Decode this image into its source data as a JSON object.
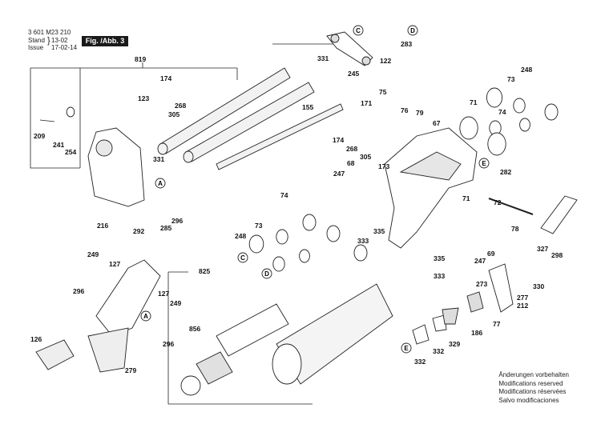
{
  "header": {
    "doc_number": "3 601 M23 210",
    "stand_label": "Stand",
    "issue_label": "Issue",
    "stand_date": "13-02",
    "issue_date": "17-02-14",
    "figure_label": "Fig. /Abb. 3"
  },
  "footer_notes": [
    "Änderungen vorbehalten",
    "Modifications reserved",
    "Modifications réservées",
    "Salvo modificaciones"
  ],
  "part_labels": [
    "819",
    "174",
    "123",
    "268",
    "305",
    "155",
    "331",
    "245",
    "122",
    "283",
    "75",
    "171",
    "76",
    "79",
    "67",
    "71",
    "74",
    "73",
    "248",
    "209",
    "241",
    "254",
    "331",
    "174",
    "268",
    "305",
    "173",
    "68",
    "247",
    "282",
    "72",
    "71",
    "74",
    "73",
    "248",
    "216",
    "292",
    "285",
    "296",
    "335",
    "333",
    "335",
    "333",
    "78",
    "247",
    "69",
    "327",
    "298",
    "249",
    "127",
    "825",
    "296",
    "127",
    "249",
    "296",
    "856",
    "126",
    "279",
    "273",
    "330",
    "277",
    "212",
    "77",
    "186",
    "329",
    "332",
    "332"
  ],
  "callouts": [
    "C",
    "D",
    "A",
    "E",
    "C",
    "D",
    "A",
    "E"
  ]
}
